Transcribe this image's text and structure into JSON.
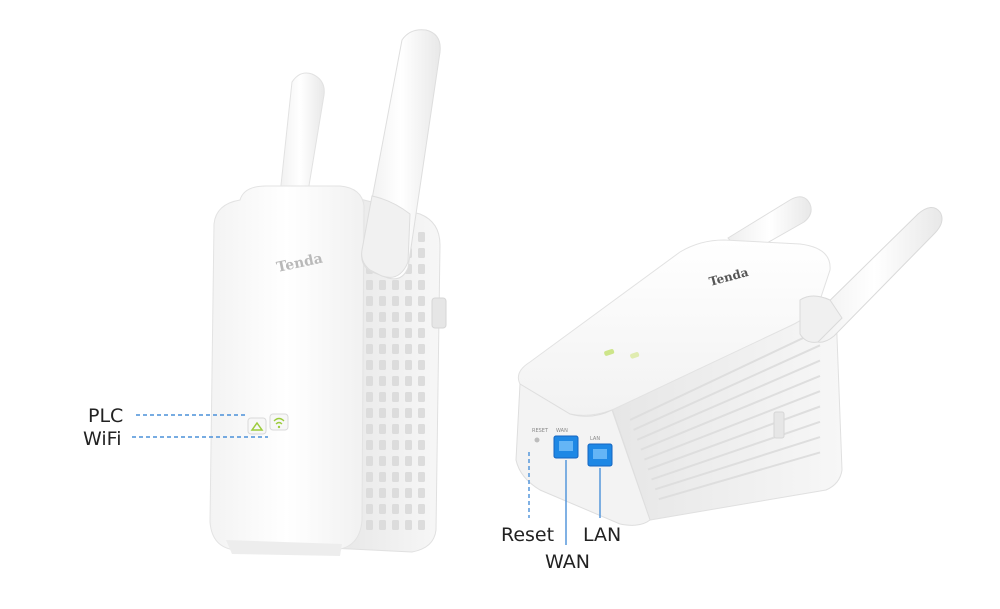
{
  "brand": {
    "logo_text": "Tenda"
  },
  "callouts": {
    "plc": "PLC",
    "wifi": "WiFi",
    "reset": "Reset",
    "wan": "WAN",
    "lan": "LAN"
  },
  "port_labels": {
    "reset": "RESET",
    "wan": "WAN",
    "lan": "LAN"
  },
  "colors": {
    "callout_line": "#4a90d9",
    "port_blue": "#1e88e5",
    "led_green": "#9ccc3c",
    "device_white": "#fbfbfb"
  }
}
